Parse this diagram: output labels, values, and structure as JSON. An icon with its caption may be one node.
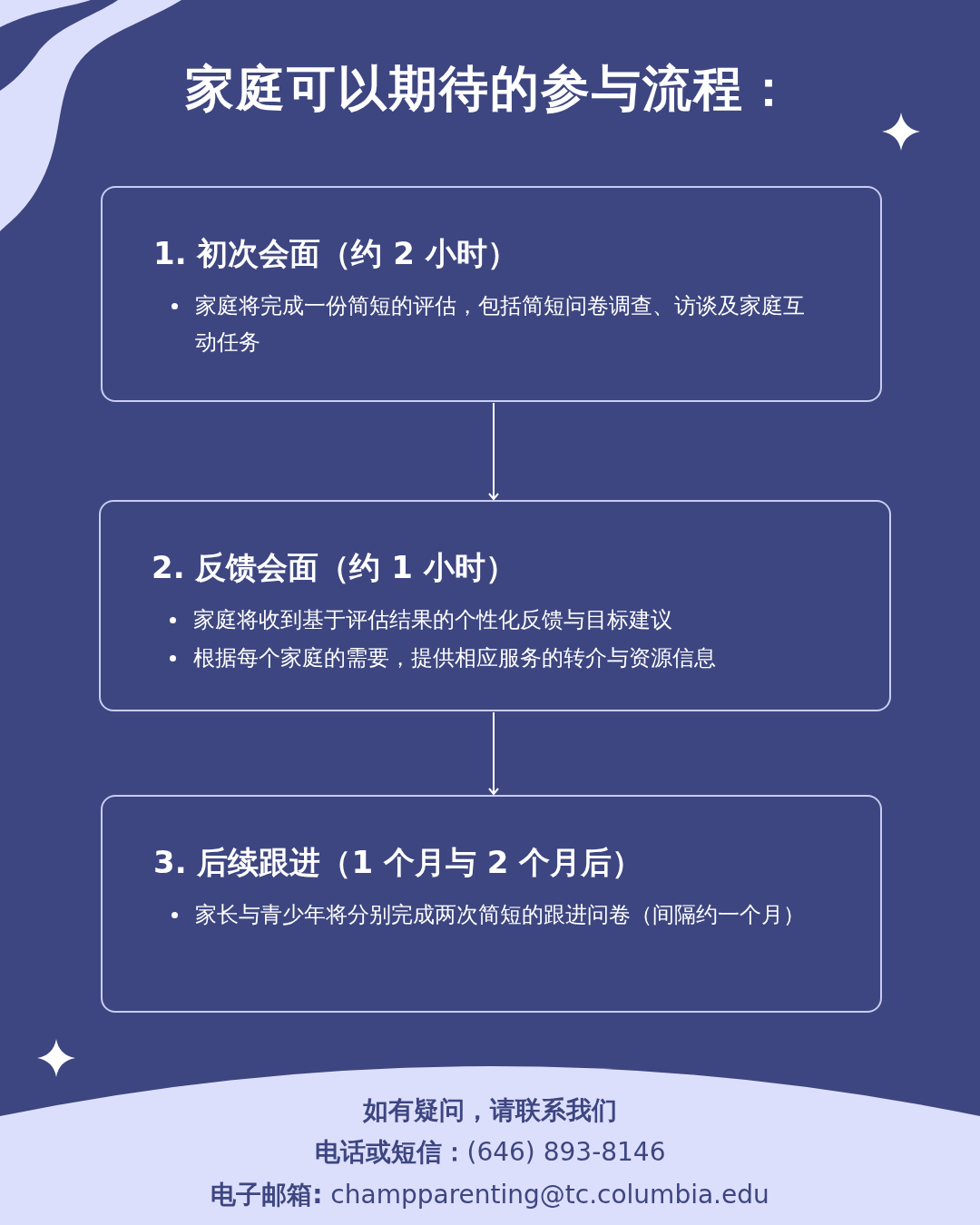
{
  "diagram": {
    "title": "家庭可以期待的参与流程：",
    "nodes": [
      {
        "text": [
          "1. 初次会面（约 2 小时）",
          "家庭将完成一份简短的评估，包括简短问卷调查、访谈及家庭互动任务"
        ]
      },
      {
        "text": [
          "2. 反馈会面（约 1 小时）",
          "家庭将收到基于评估结果的个性化反馈与目标建议",
          "根据每个家庭的需要，提供相应服务的转介与资源信息"
        ]
      },
      {
        "text": [
          "3. 后续跟进（1 个月与 2 个月后）",
          "家长与青少年将分别完成两次简短的跟进问卷（间隔约一个月）"
        ]
      }
    ],
    "edges": [
      {
        "from": 0,
        "to": 1,
        "arrow": "to"
      },
      {
        "from": 1,
        "to": 2,
        "arrow": "to"
      }
    ],
    "labels": [
      "如有疑问，请联系我们",
      "**电话或短信：**(646) 893-8146",
      "**电子邮箱:** champparenting@tc.columbia.edu"
    ]
  }
}
